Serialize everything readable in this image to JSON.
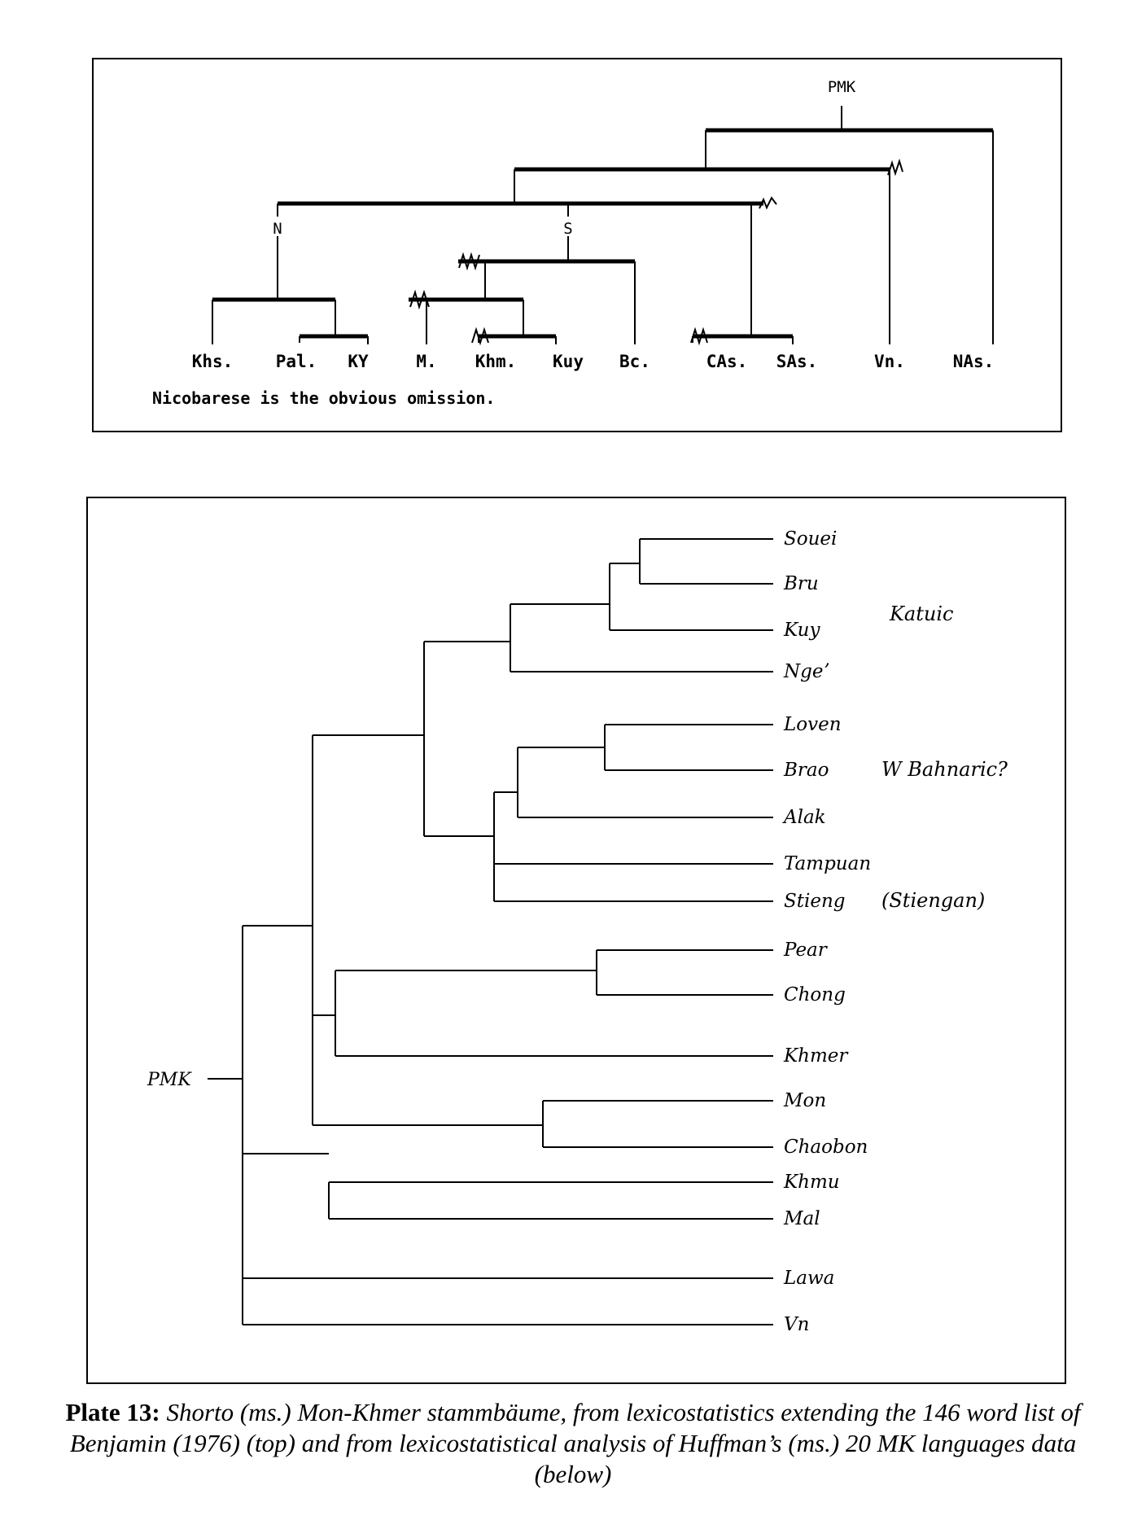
{
  "top_tree": {
    "root": "PMK",
    "branch_labels": {
      "north": "N",
      "south": "S"
    },
    "leaves": [
      "Khs.",
      "Pal.",
      "KY",
      "M.",
      "Khm.",
      "Kuy",
      "Bc.",
      "CAs.",
      "SAs.",
      "Vn.",
      "NAs."
    ],
    "note": "Nicobarese is the obvious omission."
  },
  "bottom_tree": {
    "root": "PMK",
    "leaves": [
      "Souei",
      "Bru",
      "Kuy",
      "Ngeʼ",
      "Loven",
      "Brao",
      "Alak",
      "Tampuan",
      "Stieng",
      "Pear",
      "Chong",
      "Khmer",
      "Mon",
      "Chaobon",
      "Khmu",
      "Mal",
      "Lawa",
      "Vn"
    ],
    "annotations": {
      "katuic": "Katuic",
      "w_bahnaric": "W Bahnaric?",
      "stieng_alt": "(Stiengan)"
    }
  },
  "caption": {
    "label": "Plate 13:",
    "text": "Shorto (ms.) Mon-Khmer stammbäume, from lexicostatistics extending the 146 word list of Benjamin (1976) (top) and from lexicostatistical analysis of Huffman’s (ms.) 20 MK languages data (below)"
  }
}
